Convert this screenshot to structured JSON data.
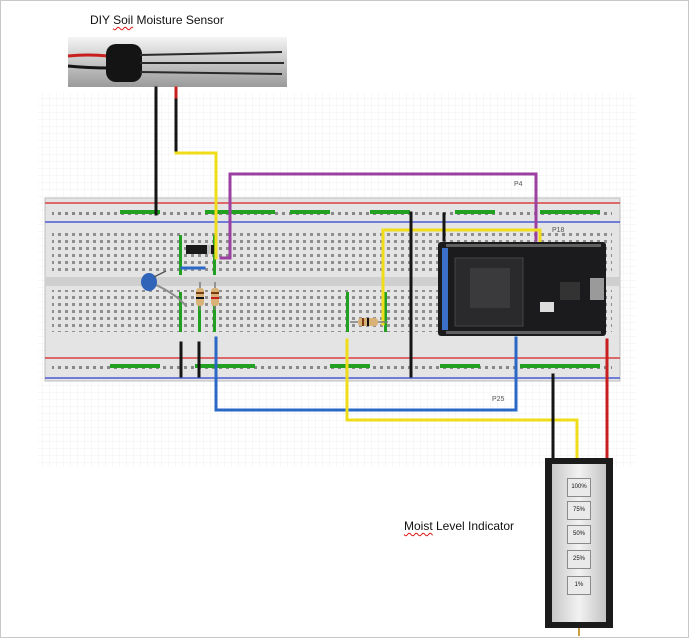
{
  "title_sensor_prefix": "DIY ",
  "title_sensor_word": "Soil",
  "title_sensor_suffix": " Moisture Sensor",
  "title_indicator_word": "Moist",
  "title_indicator_suffix": " Level Indicator",
  "pin_labels": {
    "p4": "P4",
    "p18": "P18",
    "p25": "P25"
  },
  "indicator_levels": [
    "100%",
    "75%",
    "50%",
    "25%",
    "1%"
  ],
  "colors": {
    "wire_yellow": "#f0dd1a",
    "wire_purple": "#9b3fa0",
    "wire_blue": "#2a68c8",
    "wire_black": "#151515",
    "wire_red": "#c81e1e",
    "rail_red": "#d84040",
    "rail_blue": "#4a5bd4",
    "board_dark": "#1b1b1d",
    "board_blue": "#3a70c8",
    "hole_green": "#22a022"
  }
}
